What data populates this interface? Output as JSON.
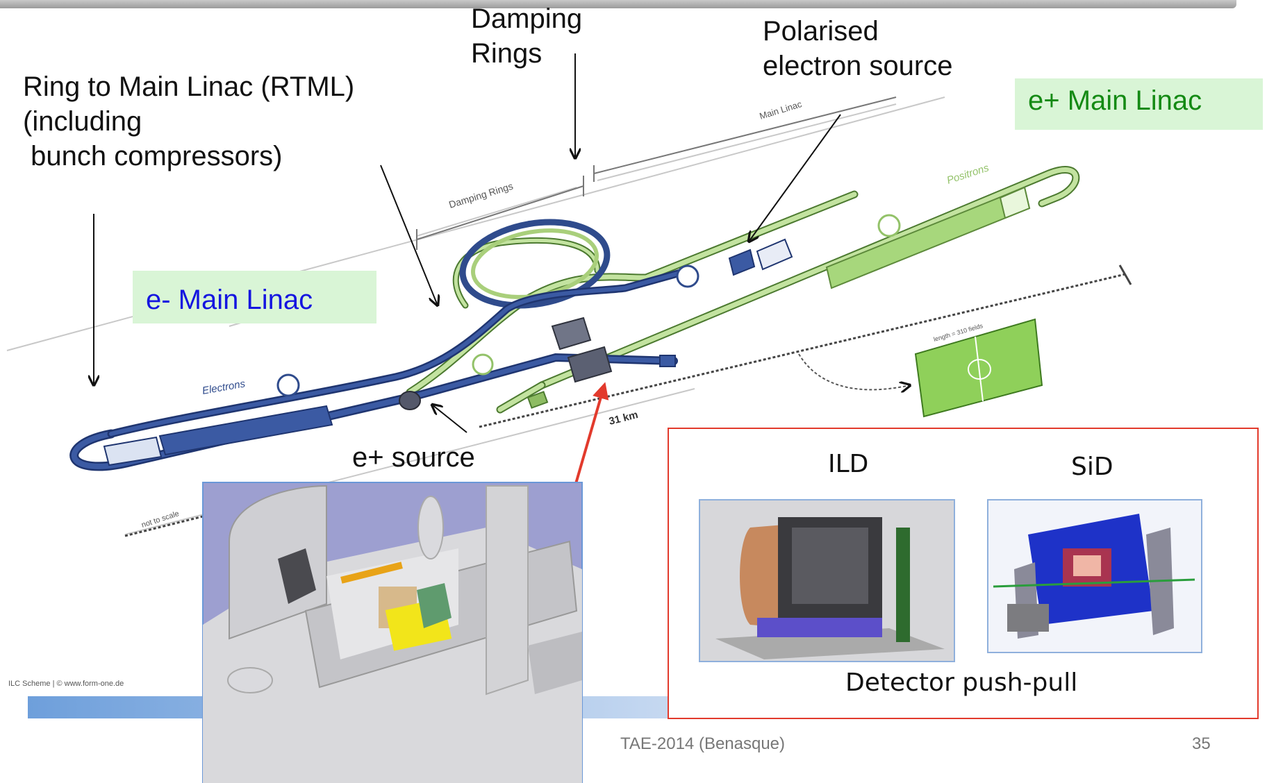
{
  "labels": {
    "damping_rings": "Damping\nRings",
    "polarised_source": "Polarised\nelectron source",
    "rtml": "Ring to Main Linac (RTML)\n(including\n bunch compressors)",
    "e_plus_main_linac": "e+ Main Linac",
    "e_minus_main_linac": "e- Main Linac",
    "e_plus_source": "e+ source"
  },
  "diagram_labels": {
    "main_linac": "Main Linac",
    "damping_rings": "Damping Rings",
    "positrons": "Positrons",
    "electrons": "Electrons",
    "length": "31 km",
    "not_to_scale": "not to scale",
    "field_caption": "length = 310 fields",
    "credit": "ILC Scheme | © www.form-one.de"
  },
  "detectors": {
    "ild": "ILD",
    "sid": "SiD",
    "caption": "Detector push-pull"
  },
  "footer": {
    "conference": "TAE-2014 (Benasque)",
    "page_number": "35"
  },
  "colors": {
    "electron_line": "#2f4b8c",
    "positron_line": "#a9cf7b",
    "red_box": "#e23a2c",
    "blue_box": "#6a98d8",
    "green_label": "#148a14",
    "blue_label": "#1515e0"
  }
}
